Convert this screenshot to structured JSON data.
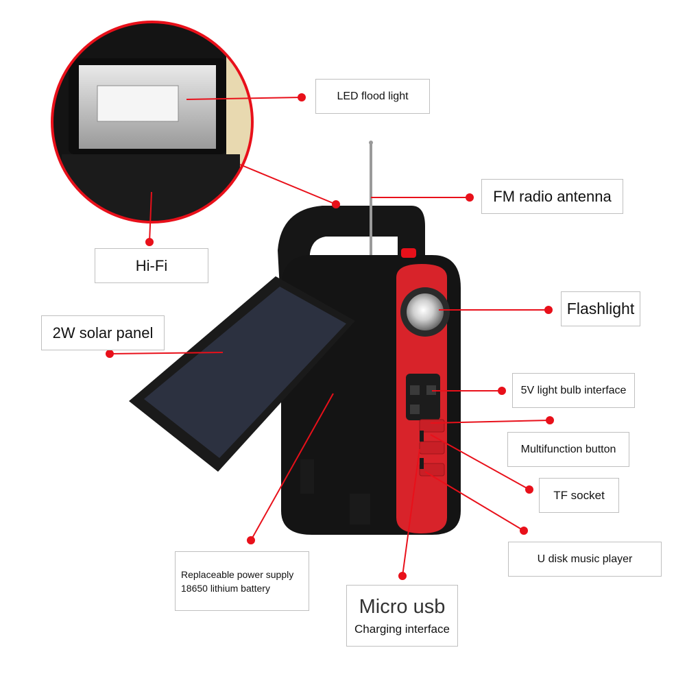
{
  "labels": {
    "led_flood_light": "LED flood light",
    "fm_radio_antenna": "FM radio antenna",
    "hi_fi": "Hi-Fi",
    "flashlight": "Flashlight",
    "solar_panel": "2W solar panel",
    "light_bulb_interface": "5V light bulb interface",
    "multifunction_button": "Multifunction button",
    "tf_socket": "TF socket",
    "u_disk_music_player": "U disk music player",
    "battery_line1": "Replaceable power supply",
    "battery_line2": "18650 lithium battery",
    "micro_usb_title": "Micro usb",
    "micro_usb_sub": "Charging interface"
  },
  "colors": {
    "callout_red": "#e8101a",
    "device_red": "#d8232a",
    "device_black": "#111111",
    "label_border": "#bfbfbf"
  }
}
